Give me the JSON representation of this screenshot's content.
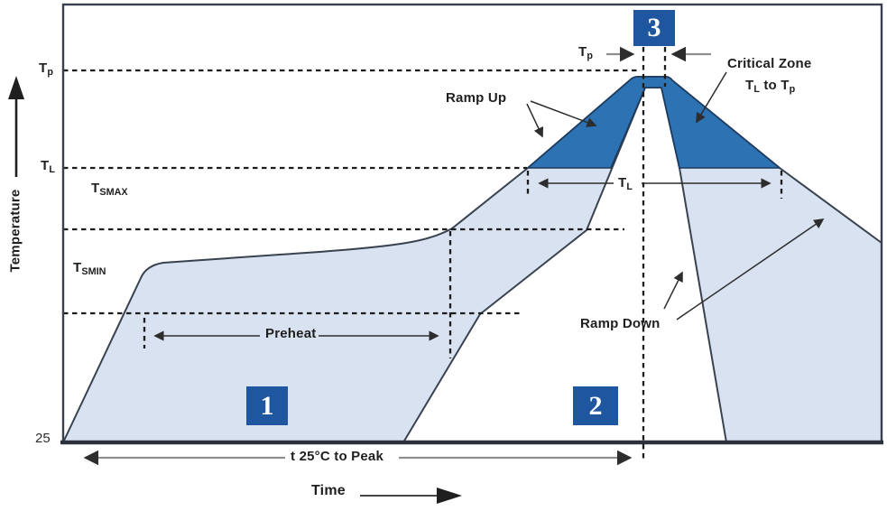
{
  "figure": {
    "type": "solder-reflow-temperature-profile",
    "axes": {
      "y_label": "Temperature",
      "x_label": "Time",
      "origin_value": "25"
    },
    "labels": {
      "tp_axis": {
        "base": "T",
        "sub": "p"
      },
      "tl_axis": {
        "base": "T",
        "sub": "L"
      },
      "tsmax": {
        "base": "T",
        "sub": "SMAX"
      },
      "tsmin": {
        "base": "T",
        "sub": "SMIN"
      },
      "tp_arrow": {
        "base": "T",
        "sub": "p"
      },
      "tl_span": {
        "base": "T",
        "sub": "L"
      },
      "ramp_up": "Ramp Up",
      "ramp_down": "Ramp Down",
      "critical_zone": {
        "line1": "Critical Zone",
        "l2_base1": "T",
        "l2_sub1": "L",
        "l2_mid": " to ",
        "l2_base2": "T",
        "l2_sub2": "p"
      },
      "preheat": "Preheat",
      "t25_to_peak": "t 25°C to Peak"
    },
    "zones": {
      "zone1": "1",
      "zone2": "2",
      "zone3": "3"
    },
    "colors": {
      "band": "#d9e2f1",
      "critical_zone": "#2d72b2",
      "zone_box": "#1f56a0",
      "outline": "#39424f",
      "dashed": "#1c1c1c",
      "gray_line": "#8e8e8e"
    }
  }
}
